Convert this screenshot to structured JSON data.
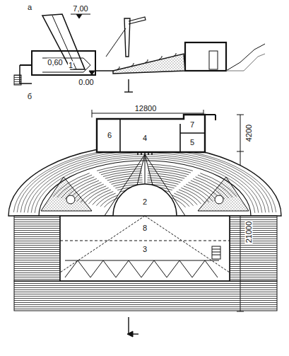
{
  "diagram": {
    "labels": [
      "а",
      "7,00",
      "0,60",
      "1",
      "0.00",
      "б",
      "12800",
      "4200",
      "6",
      "4",
      "7",
      "5",
      "2",
      "8",
      "3",
      "21000"
    ]
  }
}
